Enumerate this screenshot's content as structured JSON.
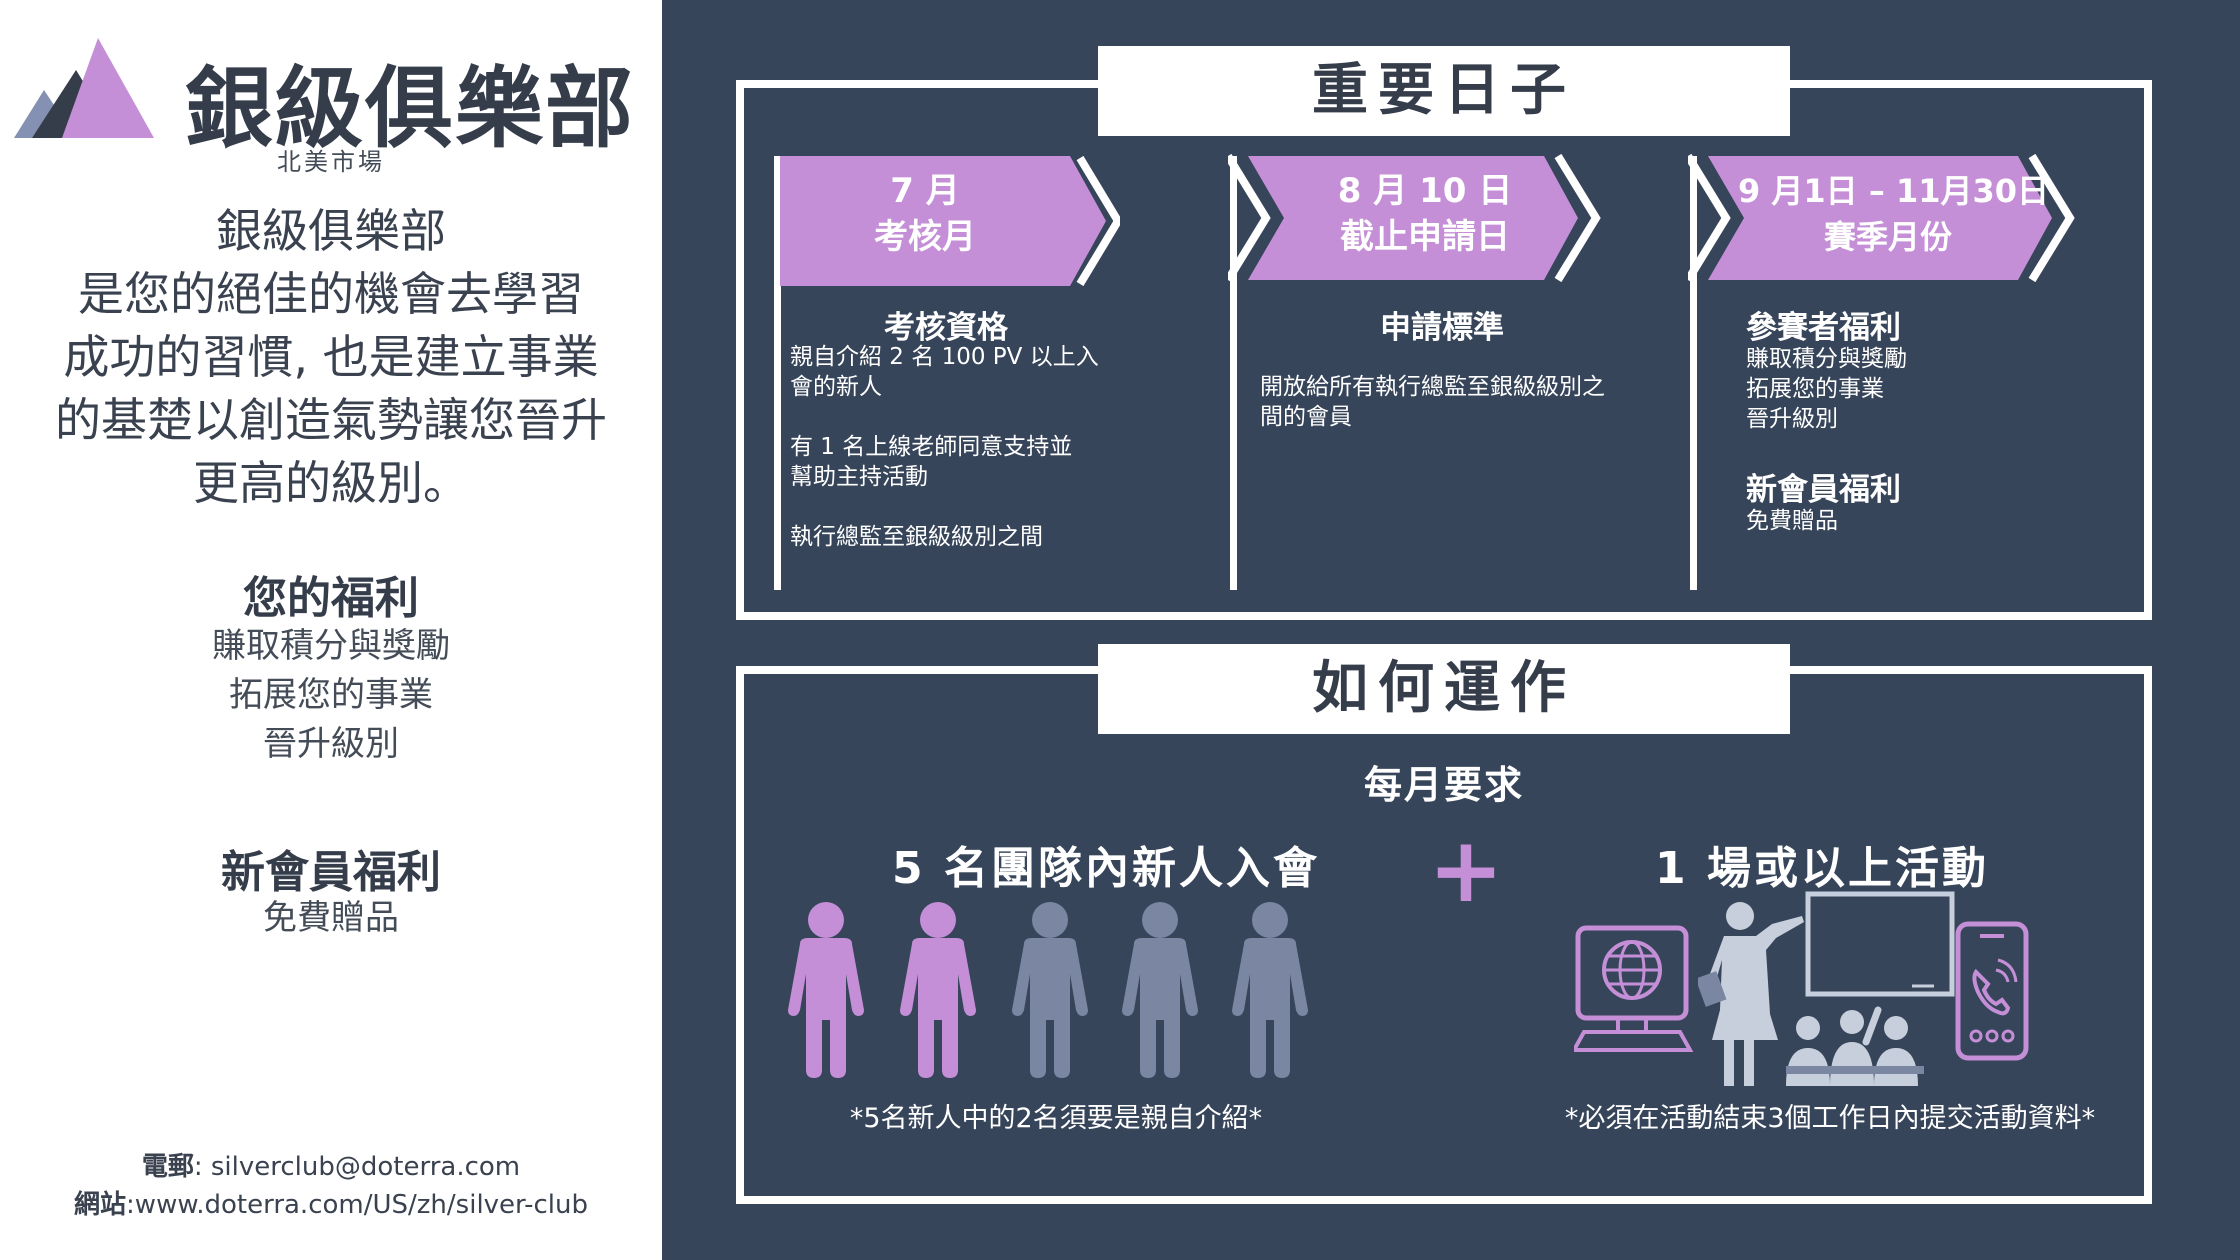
{
  "brand": {
    "title": "銀級俱樂部",
    "market": "北美市場"
  },
  "intro": {
    "lines": [
      "銀級俱樂部",
      "是您的絕佳的機會去學習",
      "成功的習慣, 也是建立事業",
      "的基楚以創造氣勢讓您晉升",
      "更高的級別。"
    ]
  },
  "your_benefits": {
    "title": "您的福利",
    "items": [
      "賺取積分與獎勵",
      "拓展您的事業",
      "晉升級別"
    ]
  },
  "new_member": {
    "title": "新會員福利",
    "item": "免費贈品"
  },
  "contact": {
    "email_label": "電郵",
    "email": ": silverclub@doterra.com",
    "site_label": "網站",
    "site": ":www.doterra.com/US/zh/silver-club"
  },
  "dates": {
    "title": "重要日子",
    "columns": [
      {
        "chevron_line1": "7 月",
        "chevron_line2": "考核月",
        "heading": "考核資格",
        "lines": [
          "親自介紹 2 名 100 PV 以上入",
          "會的新人",
          "",
          "有 1 名上線老師同意支持並",
          "幫助主持活動",
          "",
          "執行總監至銀級級別之間"
        ]
      },
      {
        "chevron_line1": "8 月 10 日",
        "chevron_line2": "截止申請日",
        "heading": "申請標準",
        "lines": [
          "開放給所有執行總監至銀級級別之",
          "間的會員"
        ]
      },
      {
        "chevron_line1": "9 月1日 – 11月30日",
        "chevron_line2": "賽季月份",
        "heading": "參賽者福利",
        "lines": [
          "賺取積分與獎勵",
          "拓展您的事業",
          "晉升級別"
        ],
        "heading2": "新會員福利",
        "lines2": [
          "免費贈品"
        ]
      }
    ]
  },
  "how": {
    "title": "如何運作",
    "subtitle": "每月要求",
    "left_req": "5 名團隊內新人入會",
    "plus": "+",
    "right_req": "1 場或以上活動",
    "left_note": "*5名新人中的2名須要是親自介紹*",
    "right_note": "*必須在活動結束3個工作日內提交活動資料*"
  },
  "colors": {
    "navy": "#37455a",
    "purple": "#c48fd6",
    "gray_blue": "#7b86a3",
    "dark_text": "#353d4b"
  },
  "icons": {
    "logo": "mountain-logo",
    "people": [
      "person-icon-highlighted",
      "person-icon-highlighted",
      "person-icon",
      "person-icon",
      "person-icon"
    ],
    "activity": [
      "computer-globe-icon",
      "teacher-classroom-icon",
      "phone-call-icon"
    ]
  }
}
